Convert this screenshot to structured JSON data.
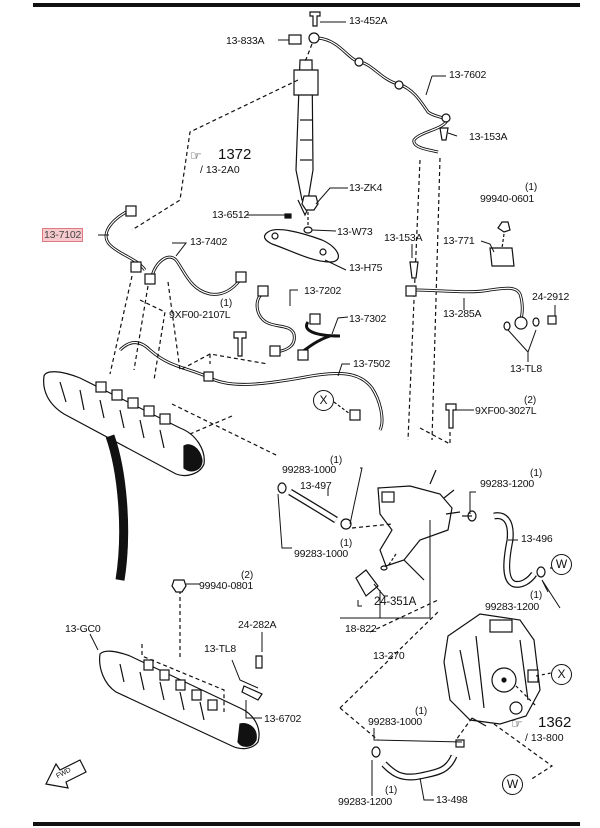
{
  "diagram": {
    "title": "Fuel injection system parts diagram",
    "highlight_color": "#f6c9cc",
    "labels": {
      "l_13_452A": "13-452A",
      "l_13_833A": "13-833A",
      "l_13_7602": "13-7602",
      "l_13_153A_top": "13-153A",
      "l_1372": "1372",
      "l_13_2A0": "/ 13-2A0",
      "l_13_ZK4": "13-ZK4",
      "l_q_99940_0601": "(1)",
      "l_99940_0601": "99940-0601",
      "l_13_6512": "13-6512",
      "l_13_7102": "13-7102",
      "l_13_W73": "13-W73",
      "l_13_153A_mid": "13-153A",
      "l_13_771": "13-771",
      "l_13_7402": "13-7402",
      "l_13_H75": "13-H75",
      "l_24_2912": "24-2912",
      "l_13_7202": "13-7202",
      "l_13_285A": "13-285A",
      "l_q_9XF00_2107L": "(1)",
      "l_9XF00_2107L": "9XF00-2107L",
      "l_13_7302": "13-7302",
      "l_13_TL8_right": "13-TL8",
      "l_13_7502": "13-7502",
      "l_q_9XF00_3027L": "(2)",
      "l_9XF00_3027L": "9XF00-3027L",
      "l_q_99283_1000_a": "(1)",
      "l_99283_1000_a": "99283-1000",
      "l_13_497": "13-497",
      "l_q_99283_1200_a": "(1)",
      "l_99283_1200_a": "99283-1200",
      "l_q_99283_1000_b": "(1)",
      "l_99283_1000_b": "99283-1000",
      "l_13_496": "13-496",
      "l_q_99940_0801": "(2)",
      "l_99940_0801": "99940-0801",
      "l_24_351A": "24-351A",
      "l_q_99283_1200_b": "(1)",
      "l_99283_1200_b": "99283-1200",
      "l_13_GC0": "13-GC0",
      "l_24_282A": "24-282A",
      "l_18_822": "18-822",
      "l_13_TL8_left": "13-TL8",
      "l_13_270": "13-270",
      "l_13_6702": "13-6702",
      "l_q_99283_1000_c": "(1)",
      "l_99283_1000_c": "99283-1000",
      "l_1362": "1362",
      "l_13_800": "/ 13-800",
      "l_q_99283_1200_c": "(1)",
      "l_99283_1200_c": "99283-1200",
      "l_13_498": "13-498"
    },
    "connectors": {
      "x_top": "X",
      "x_pump": "X",
      "w_hose": "W",
      "w_pump": "W"
    },
    "fwd_arrow": "FWD"
  }
}
